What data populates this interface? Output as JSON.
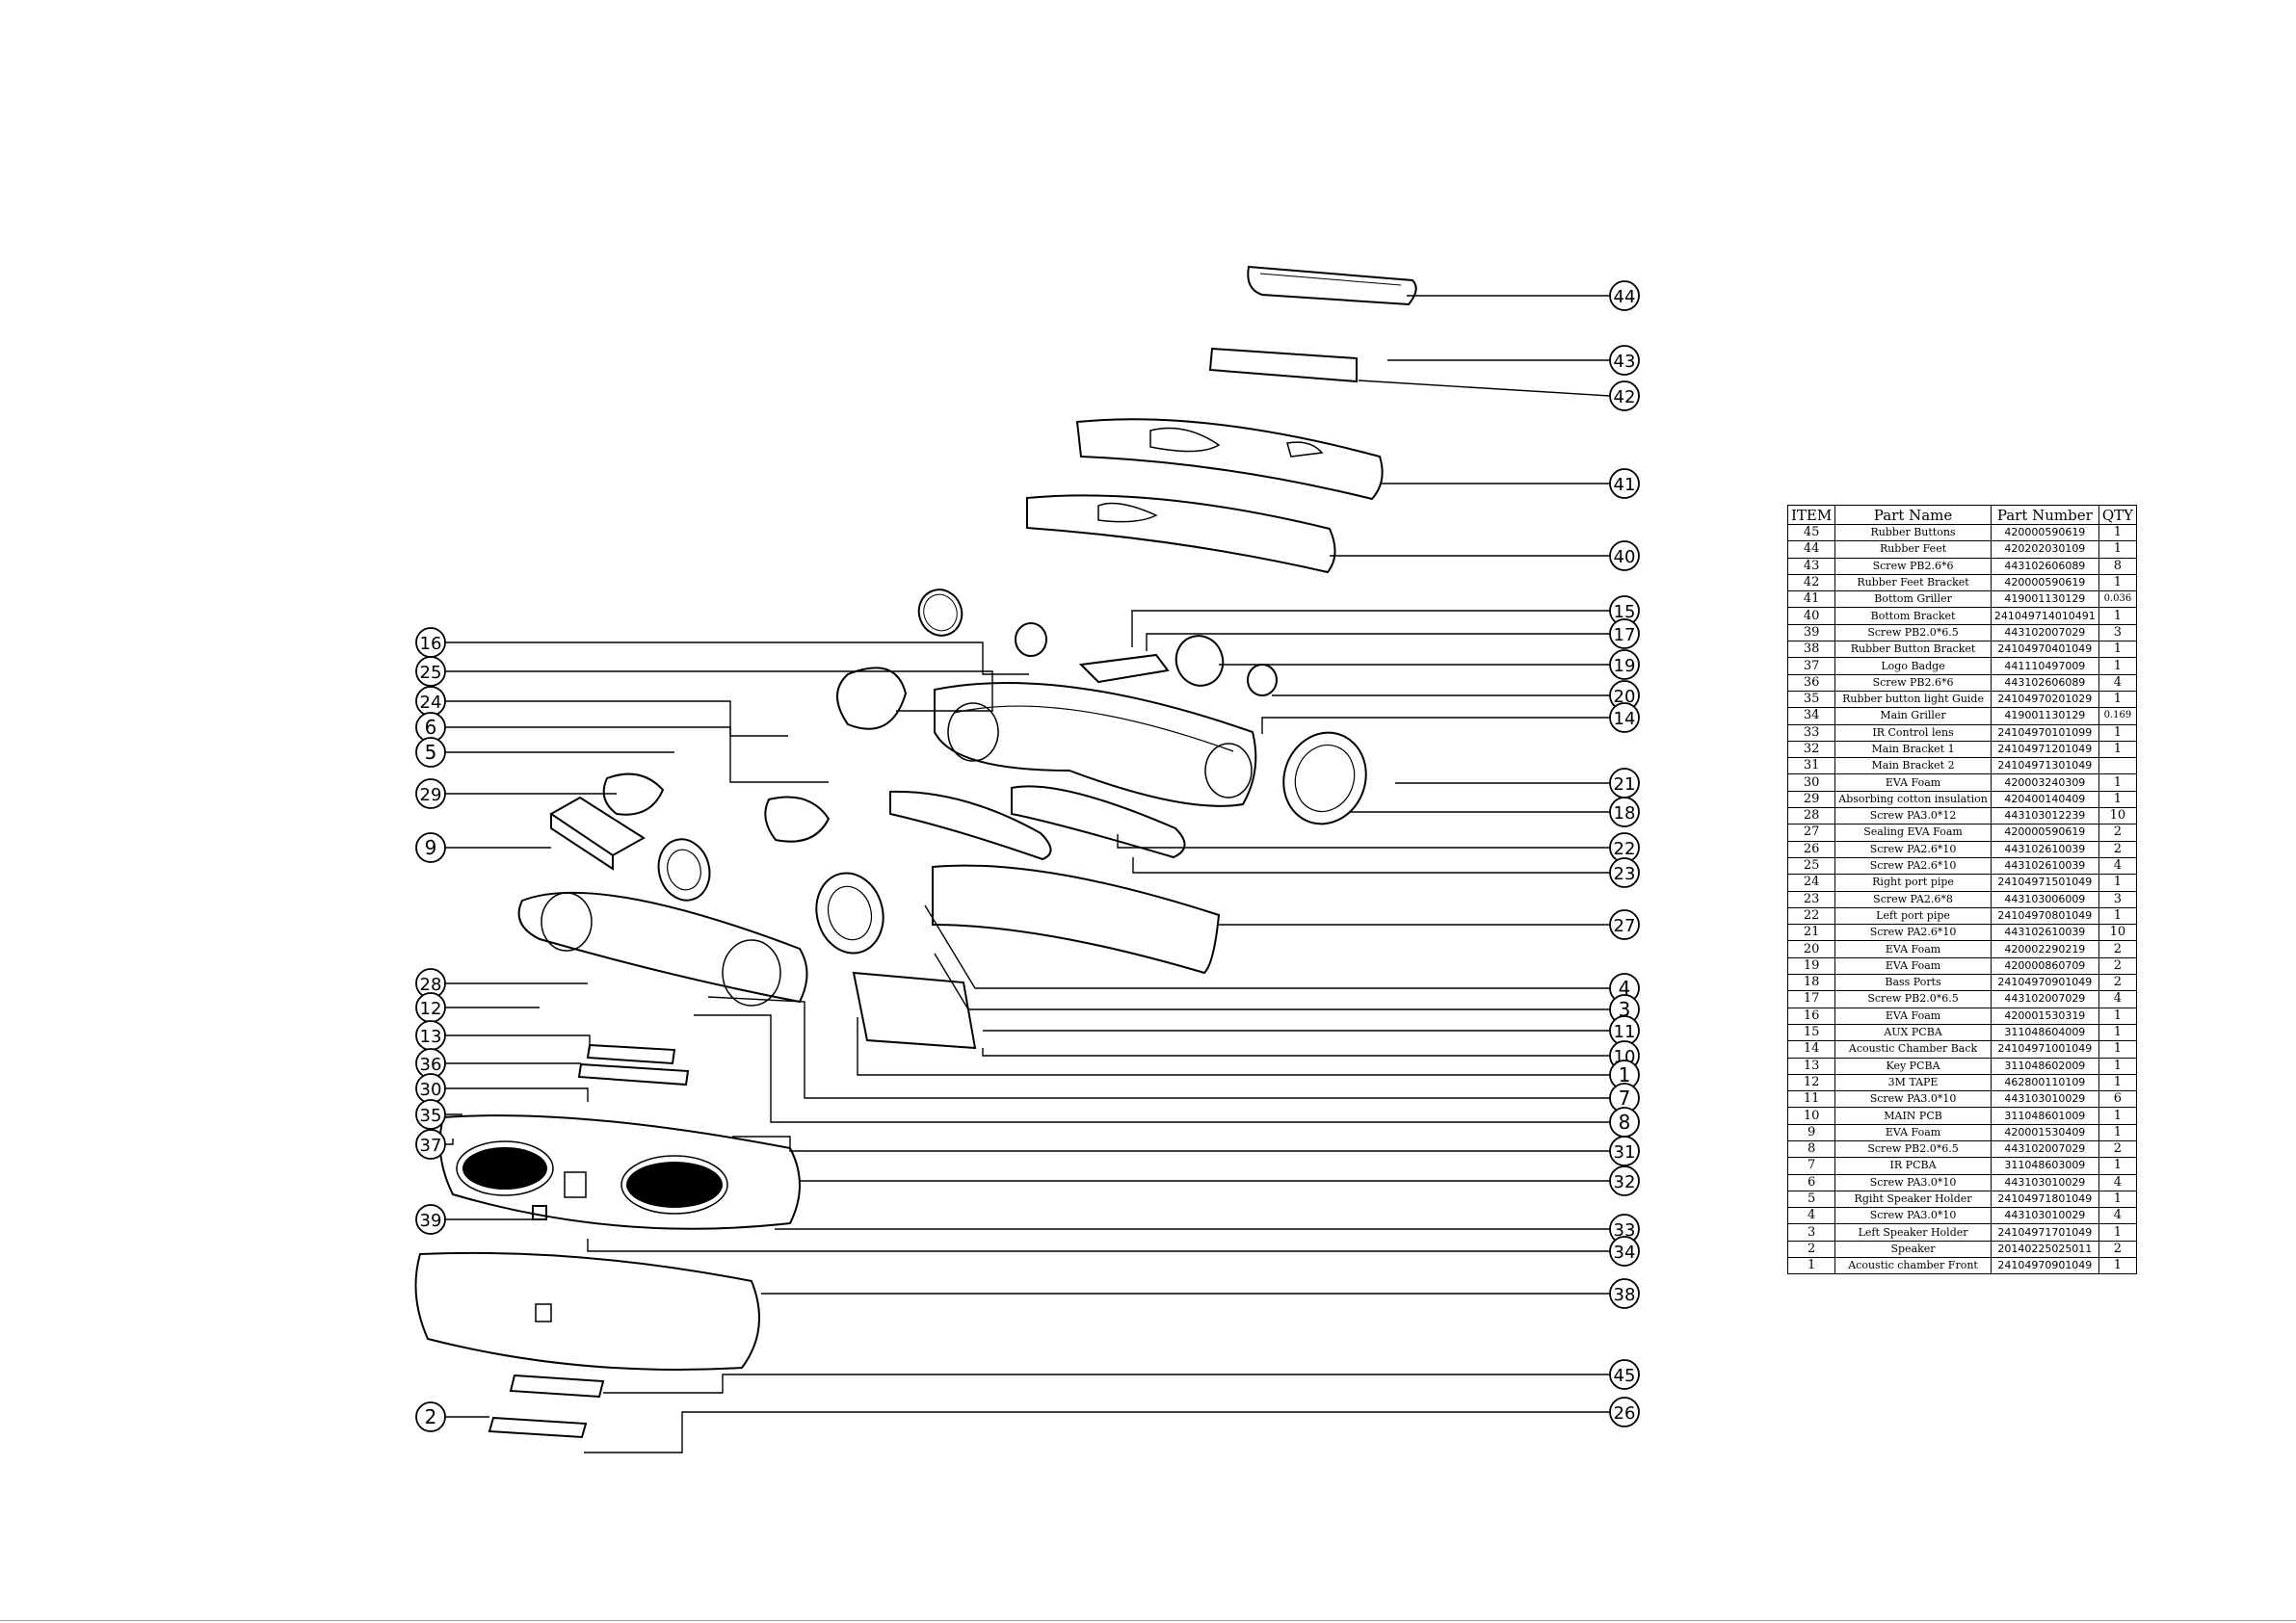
{
  "diagram": {
    "callouts": [
      "44",
      "43",
      "42",
      "41",
      "40",
      "15",
      "17",
      "19",
      "20",
      "14",
      "21",
      "18",
      "22",
      "23",
      "27",
      "4",
      "3",
      "11",
      "10",
      "1",
      "7",
      "8",
      "31",
      "32",
      "33",
      "34",
      "38",
      "45",
      "26",
      "16",
      "25",
      "24",
      "6",
      "5",
      "29",
      "9",
      "28",
      "12",
      "13",
      "36",
      "30",
      "35",
      "37",
      "39",
      "2"
    ]
  },
  "bom": {
    "headers": {
      "item": "ITEM",
      "name": "Part Name",
      "pn": "Part Number",
      "qty": "QTY"
    },
    "rows": [
      {
        "item": "45",
        "name": "Rubber Buttons",
        "pn": "420000590619",
        "qty": "1"
      },
      {
        "item": "44",
        "name": "Rubber Feet",
        "pn": "420202030109",
        "qty": "1"
      },
      {
        "item": "43",
        "name": "Screw PB2.6*6",
        "pn": "443102606089",
        "qty": "8"
      },
      {
        "item": "42",
        "name": "Rubber Feet Bracket",
        "pn": "420000590619",
        "qty": "1"
      },
      {
        "item": "41",
        "name": "Bottom Griller",
        "pn": "419001130129",
        "qty": "0.036"
      },
      {
        "item": "40",
        "name": "Bottom Bracket",
        "pn": "241049714010491",
        "qty": "1"
      },
      {
        "item": "39",
        "name": "Screw PB2.0*6.5",
        "pn": "443102007029",
        "qty": "3"
      },
      {
        "item": "38",
        "name": "Rubber Button Bracket",
        "pn": "24104970401049",
        "qty": "1"
      },
      {
        "item": "37",
        "name": "Logo Badge",
        "pn": "441110497009",
        "qty": "1"
      },
      {
        "item": "36",
        "name": "Screw PB2.6*6",
        "pn": "443102606089",
        "qty": "4"
      },
      {
        "item": "35",
        "name": "Rubber button light Guide",
        "pn": "24104970201029",
        "qty": "1"
      },
      {
        "item": "34",
        "name": "Main Griller",
        "pn": "419001130129",
        "qty": "0.169"
      },
      {
        "item": "33",
        "name": "IR Control lens",
        "pn": "24104970101099",
        "qty": "1"
      },
      {
        "item": "32",
        "name": "Main Bracket  1",
        "pn": "24104971201049",
        "qty": "1"
      },
      {
        "item": "31",
        "name": "Main Bracket  2",
        "pn": "24104971301049",
        "qty": ""
      },
      {
        "item": "30",
        "name": "EVA Foam",
        "pn": "420003240309",
        "qty": "1"
      },
      {
        "item": "29",
        "name": "Absorbing cotton insulation",
        "pn": "420400140409",
        "qty": "1"
      },
      {
        "item": "28",
        "name": "Screw PA3.0*12",
        "pn": "443103012239",
        "qty": "10"
      },
      {
        "item": "27",
        "name": "Sealing EVA Foam",
        "pn": "420000590619",
        "qty": "2"
      },
      {
        "item": "26",
        "name": "Screw PA2.6*10",
        "pn": "443102610039",
        "qty": "2"
      },
      {
        "item": "25",
        "name": "Screw PA2.6*10",
        "pn": "443102610039",
        "qty": "4"
      },
      {
        "item": "24",
        "name": "Right port pipe",
        "pn": "24104971501049",
        "qty": "1"
      },
      {
        "item": "23",
        "name": "Screw PA2.6*8",
        "pn": "443103006009",
        "qty": "3"
      },
      {
        "item": "22",
        "name": "Left port pipe",
        "pn": "24104970801049",
        "qty": "1"
      },
      {
        "item": "21",
        "name": "Screw PA2.6*10",
        "pn": "443102610039",
        "qty": "10"
      },
      {
        "item": "20",
        "name": "EVA Foam",
        "pn": "420002290219",
        "qty": "2"
      },
      {
        "item": "19",
        "name": "EVA Foam",
        "pn": "420000860709",
        "qty": "2"
      },
      {
        "item": "18",
        "name": "Bass Ports",
        "pn": "24104970901049",
        "qty": "2"
      },
      {
        "item": "17",
        "name": "Screw PB2.0*6.5",
        "pn": "443102007029",
        "qty": "4"
      },
      {
        "item": "16",
        "name": "EVA Foam",
        "pn": "420001530319",
        "qty": "1"
      },
      {
        "item": "15",
        "name": "AUX PCBA",
        "pn": "311048604009",
        "qty": "1"
      },
      {
        "item": "14",
        "name": "Acoustic Chamber Back",
        "pn": "24104971001049",
        "qty": "1"
      },
      {
        "item": "13",
        "name": "Key PCBA",
        "pn": "311048602009",
        "qty": "1"
      },
      {
        "item": "12",
        "name": "3M TAPE",
        "pn": "462800110109",
        "qty": "1"
      },
      {
        "item": "11",
        "name": "Screw PA3.0*10",
        "pn": "443103010029",
        "qty": "6"
      },
      {
        "item": "10",
        "name": "MAIN PCB",
        "pn": "311048601009",
        "qty": "1"
      },
      {
        "item": "9",
        "name": "EVA Foam",
        "pn": "420001530409",
        "qty": "1"
      },
      {
        "item": "8",
        "name": "Screw PB2.0*6.5",
        "pn": "443102007029",
        "qty": "2"
      },
      {
        "item": "7",
        "name": "IR PCBA",
        "pn": "311048603009",
        "qty": "1"
      },
      {
        "item": "6",
        "name": "Screw PA3.0*10",
        "pn": "443103010029",
        "qty": "4"
      },
      {
        "item": "5",
        "name": "Rgiht Speaker Holder",
        "pn": "24104971801049",
        "qty": "1"
      },
      {
        "item": "4",
        "name": "Screw PA3.0*10",
        "pn": "443103010029",
        "qty": "4"
      },
      {
        "item": "3",
        "name": "Left Speaker Holder",
        "pn": "24104971701049",
        "qty": "1"
      },
      {
        "item": "2",
        "name": "Speaker",
        "pn": "20140225025011",
        "qty": "2"
      },
      {
        "item": "1",
        "name": "Acoustic chamber Front",
        "pn": "24104970901049",
        "qty": "1"
      }
    ]
  }
}
